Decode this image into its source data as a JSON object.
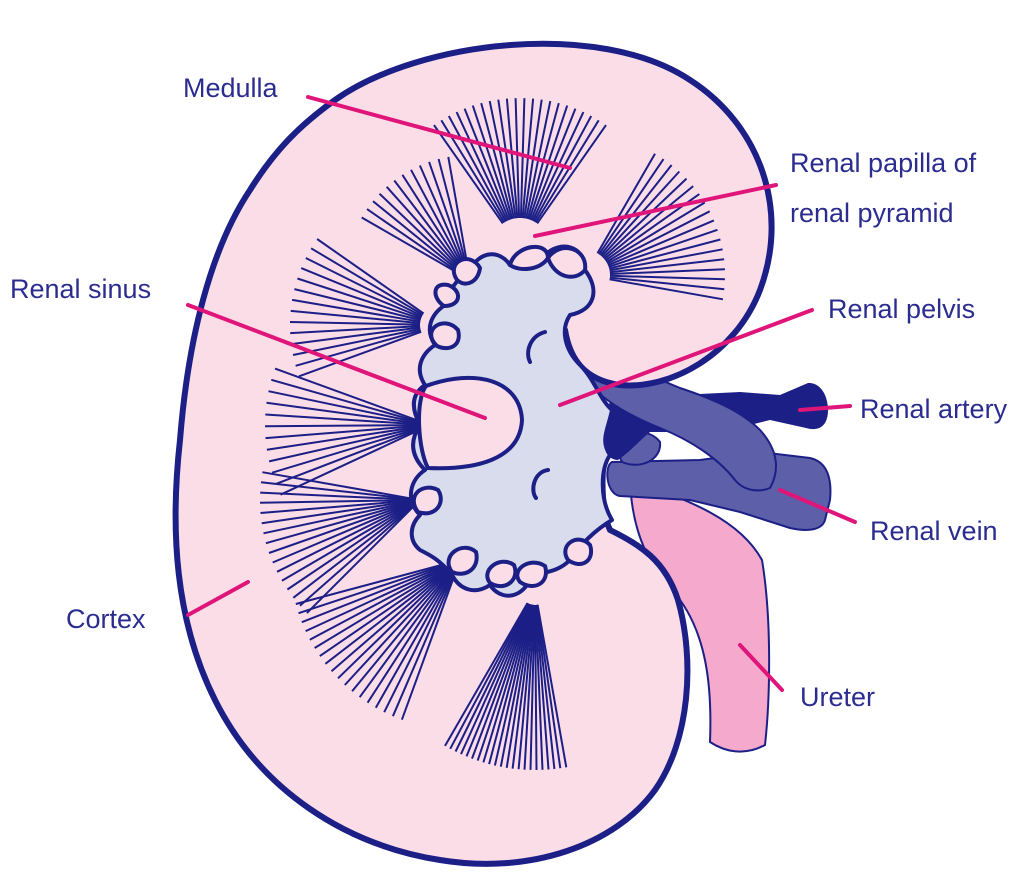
{
  "labels": {
    "medulla": "Medulla",
    "papilla_line1": "Renal papilla of",
    "papilla_line2": "renal pyramid",
    "sinus": "Renal sinus",
    "pelvis": "Renal pelvis",
    "artery": "Renal artery",
    "vein": "Renal vein",
    "cortex": "Cortex",
    "ureter": "Ureter"
  },
  "colors": {
    "outline": "#1c1f86",
    "cortex_fill": "#fbdde8",
    "sinus_fill": "#d8dcec",
    "leader_line": "#e0157a",
    "artery": "#1c1f86",
    "vein": "#5d5fa8",
    "ureter": "#f4a9cd",
    "label_text": "#2b2c8f"
  }
}
